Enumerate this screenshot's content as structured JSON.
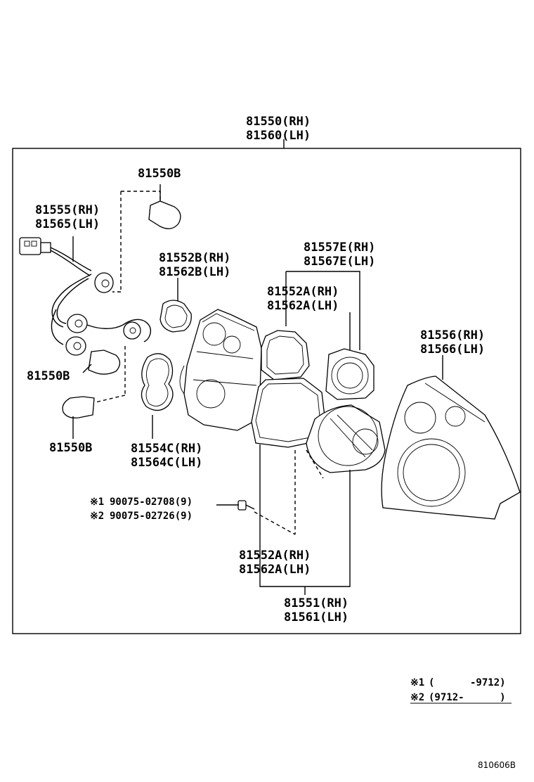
{
  "parts": {
    "assembly_rh": "81550(RH)",
    "assembly_lh": "81560(LH)",
    "bulb_top": "81550B",
    "socket_rh": "81555(RH)",
    "socket_lh": "81565(LH)",
    "gasket_b_rh": "81552B(RH)",
    "gasket_b_lh": "81562B(LH)",
    "reflector_e_rh": "81557E(RH)",
    "reflector_e_lh": "81567E(LH)",
    "gasket_a_top_rh": "81552A(RH)",
    "gasket_a_top_lh": "81562A(LH)",
    "lens_rh": "81556(RH)",
    "lens_lh": "81566(LH)",
    "bulb_mid": "81550B",
    "bulb_low": "81550B",
    "gasket_c_rh": "81554C(RH)",
    "gasket_c_lh": "81564C(LH)",
    "screw_1": "90075-02708(9)",
    "screw_2": "90075-02726(9)",
    "screw_1_mark": "※1",
    "screw_2_mark": "※2",
    "gasket_a_bot_rh": "81552A(RH)",
    "gasket_a_bot_lh": "81562A(LH)",
    "housing_rh": "81551(RH)",
    "housing_lh": "81561(LH)"
  },
  "notes": {
    "note1_mark": "※1",
    "note1_text": "(      -9712)",
    "note2_mark": "※2",
    "note2_text": "(9712-      )"
  },
  "figure_code": "810606B"
}
